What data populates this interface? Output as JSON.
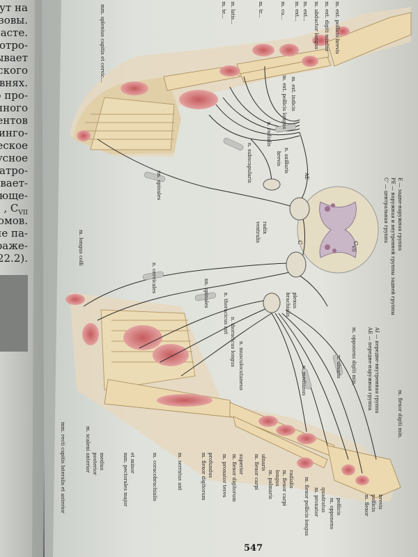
{
  "page": {
    "number": "547"
  },
  "left_page": {
    "lines": [
      "укнут на",
      "ализовы.",
      "ак миасте.",
      "амиотро-",
      "о бывает",
      "ического",
      "уровнях.",
      "ого про-",
      "спинного",
      "гментов",
      "сиринго-",
      "ическое",
      "арусное",
      ".) атро-",
      "ивает-",
      "ующе-",
      ", C",
      "гомов.",
      "ние па-",
      "раже-",
      "22.2)."
    ],
    "subscript": "VII"
  },
  "labels": {
    "top_partial": [
      "m. te...",
      "m. latis...",
      "m. tr...",
      "m. cu...",
      "m. ext...",
      "m. ext...",
      "m. abductor",
      "m. ext. digiti",
      "m. ext. pollicis"
    ],
    "abductor_suffix": "longus",
    "ext_digiti_suffix": "minimi",
    "ext_pollicis_suffix": "brevis",
    "splenius": "mm. splenius capitis et cervic...",
    "ext_indicis": "m. ext. indicis",
    "ext_pollicis_longus": "m. ext. pollicis longus",
    "radialis": "n. radialis",
    "subscapularis": "n. subscapularis",
    "axillaris": "n. axillaris",
    "brevis_short": "brevis",
    "spinales_top": "nn. spinales",
    "longus_colli": "m. longus colli",
    "cervicales": "n. cervicales",
    "spinales_mid": "nn. spinales",
    "radix": "radix",
    "ventralis": "ventralis",
    "C": "C",
    "AE": "AE",
    "C_VII": "C",
    "C_VII_sub": "VII",
    "thoracicus_ant": "n. thoracicus ant",
    "thoracicus_longus": "n. thoracicus longus",
    "musculocutaneus": "n. musculocutaneus",
    "plexus": "plexus",
    "brachialis": "brachialis",
    "medianus": "n. medianus",
    "ulnaris": "n. ulnaris",
    "legend_upper_1": "E — задне-наружная группа",
    "legend_upper_2": "PE — наружная и внутренней группы задней группы",
    "legend_upper_3": "C' — центральная группа",
    "legend_lower_1": "AI — передне-внутренняя группа",
    "legend_lower_2": "AE — передне-наружная группа",
    "opponens_digiti": "m. opponens digiti min.",
    "flexor_digiti": "m. flexor digiti min.",
    "recti": "mm. recti capitis lateralis et anterior",
    "scaleni": "m. scaleni anterior",
    "scaleni_posterior": "posterior",
    "scaleni_medius": "medius",
    "pectorales_1": "mm. pectorales major",
    "pectorales_2": "et minor",
    "coracobrachialis": "m. coracobrachialis",
    "serratus": "m. serratus ant",
    "flexor_profundus_1": "m. flexor digitorum",
    "flexor_profundus_2": "profundus",
    "pronator_teres": "m. pronator teres",
    "flexor_superior_1": "m. flexor digitorum",
    "flexor_superior_2": "superior",
    "flexor_carpi_ulnaris_1": "m. flexor carpi",
    "flexor_carpi_ulnaris_2": "ulnaris",
    "palmaris_1": "m. palmaris",
    "palmaris_2": "longus",
    "flexor_carpi_radialis_1": "m. flexor carpi",
    "flexor_carpi_radialis_2": "radialis",
    "flexor_pollicis_longus": "m. flexor pollicis longus",
    "pronator_quadratus_1": "m. pronator",
    "pronator_quadratus_2": "quadratus",
    "opponens_pollicis_1": "m. opponens",
    "opponens_pollicis_2": "pollicis",
    "flexor_pollicis_brevis_1": "m. flexor",
    "flexor_pollicis_brevis_2": "pollicis",
    "flexor_pollicis_brevis_3": "brevis"
  }
}
